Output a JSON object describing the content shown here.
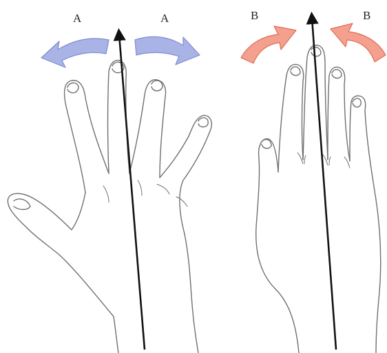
{
  "labels": {
    "a_left": "A",
    "a_right": "A",
    "b_left": "B",
    "b_right": "B"
  },
  "colors": {
    "abduction_arrow_fill": "#aab3e6",
    "abduction_arrow_stroke": "#7f8ad0",
    "adduction_arrow_fill": "#f4a08e",
    "adduction_arrow_stroke": "#e06a52",
    "outline": "#6f6f6f",
    "axis": "#111111"
  },
  "icons": {
    "axis_arrow": "axis-arrow-icon",
    "abduction_arrow": "curved-arrow-outward-icon",
    "adduction_arrow": "curved-arrow-inward-icon"
  }
}
